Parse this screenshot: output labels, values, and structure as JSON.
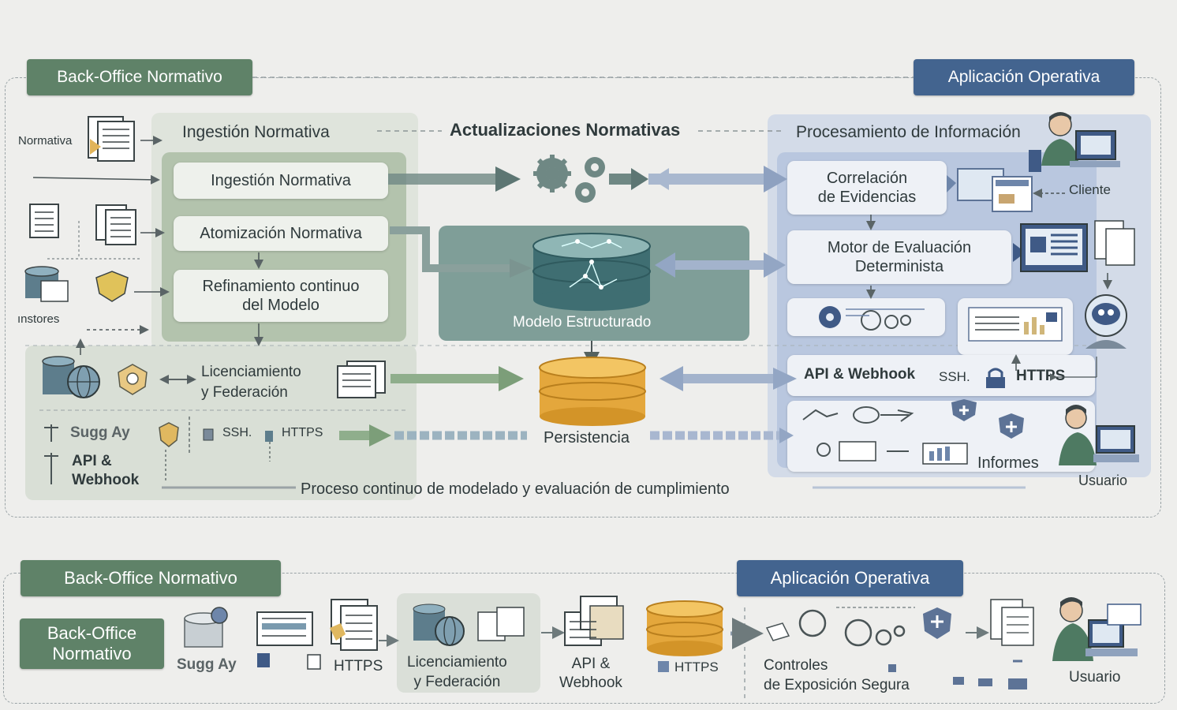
{
  "top": {
    "backoffice_tag": "Back-Office Normativo",
    "aplicacion_tag": "Aplicación Operativa",
    "ingestion_header": "Ingestión Normativa",
    "actualizaciones": "Actualizaciones Normativas",
    "procesamiento": "Procesamiento de Información",
    "left_inputs": {
      "normativa": "Normativa",
      "instores": "ınstores"
    },
    "pipeline": [
      "Ingestión Normativa",
      "Atomización Normativa",
      "Refinamiento continuo\ndel Modelo"
    ],
    "licenciamiento": "Licenciamiento\ny Federación",
    "sugg": "Sugg Ay",
    "api_webhook_left": "API &\nWebhook",
    "ssh_left": "SSH.",
    "https_left": "HTTPS",
    "modelo": "Modelo Estructurado",
    "persistencia": "Persistencia",
    "correlacion": "Correlación\nde Evidencias",
    "motor": "Motor de Evaluación\nDeterminista",
    "cliente": "Cliente",
    "api_webhook_right": "API & Webhook",
    "ssh_right": "SSH.",
    "https_right": "HTTPS",
    "informes": "Informes",
    "usuario": "Usuario",
    "footer": "Proceso continuo de modelado y evaluación de cumplimiento"
  },
  "bottom": {
    "backoffice_tag": "Back-Office Normativo",
    "aplicacion_tag": "Aplicación Operativa",
    "backoffice_box": "Back-Office\nNormativo",
    "sugg": "Sugg Ay",
    "https1": "HTTPS",
    "licenciamiento": "Licenciamiento\ny Federación",
    "api_webhook": "API &\nWebhook",
    "https2": "HTTPS",
    "controles": "Controles\nde Exposición Segura",
    "usuario": "Usuario"
  },
  "colors": {
    "green_tag": "#5f8268",
    "blue_tag": "#43648f",
    "green_panel": "#b9c8b3",
    "blue_panel": "#c3cfe2",
    "teal": "#4e7a7a",
    "gold": "#e4a73c"
  }
}
